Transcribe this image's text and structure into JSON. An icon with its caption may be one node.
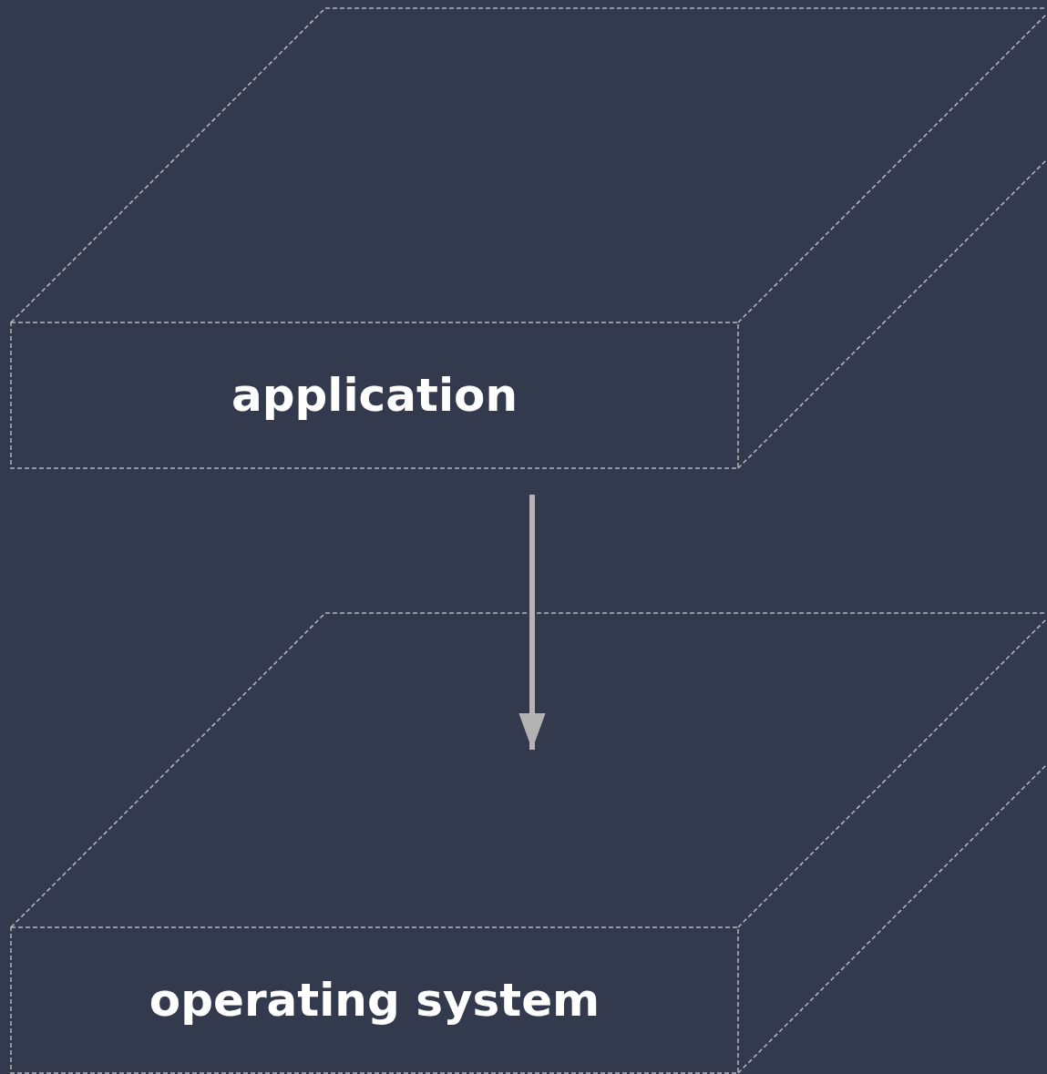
{
  "diagram": {
    "nodes": [
      {
        "text": [
          "application"
        ]
      },
      {
        "text": [
          "operating system"
        ]
      }
    ],
    "edges": [
      {
        "from": 0,
        "to": 1,
        "arrow": "to"
      }
    ]
  }
}
